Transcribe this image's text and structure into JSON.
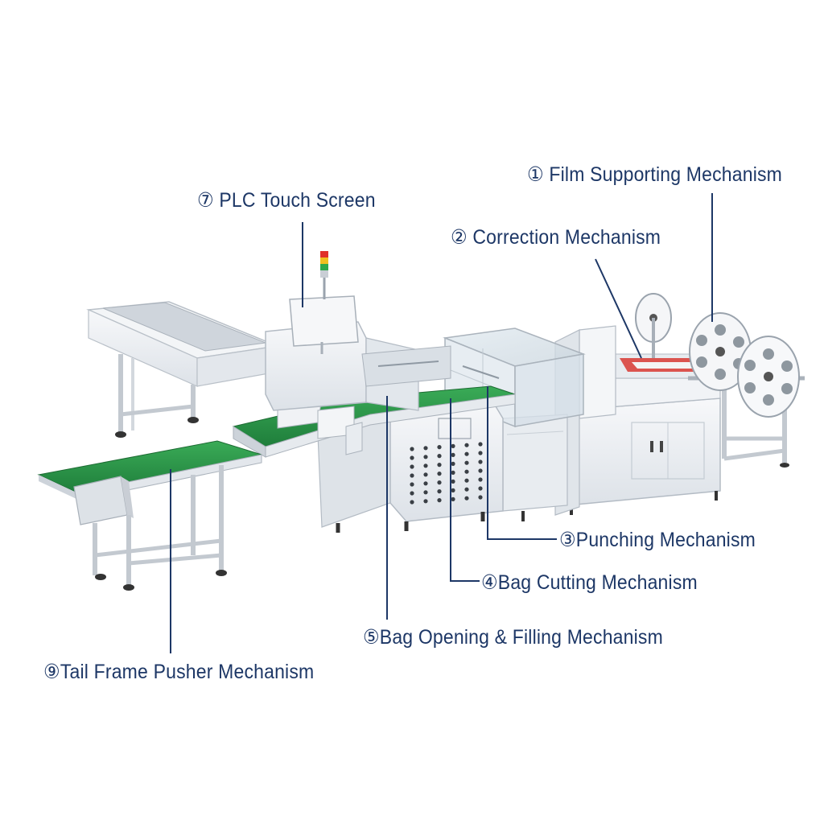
{
  "callouts": {
    "film_supporting": "① Film Supporting Mechanism",
    "correction": "② Correction Mechanism",
    "plc_touch_screen": "⑦ PLC Touch Screen",
    "punching": "③Punching Mechanism",
    "bag_cutting": "④Bag Cutting Mechanism",
    "bag_opening_filling": "⑤Bag Opening & Filling Mechanism",
    "tail_frame_pusher": "⑨Tail Frame Pusher Mechanism"
  },
  "colors": {
    "label_text": "#1d3766",
    "leader_line": "#1d3766",
    "conveyor_belt": "#2e9a4c",
    "machine_body": "#eef1f4",
    "frame_metal": "#c9ced5",
    "beacon_red": "#e0302a",
    "beacon_yellow": "#f0c020",
    "beacon_green": "#2ea84a"
  },
  "icons": {
    "stack_light": "signal-tower-icon",
    "film_reel": "film-reel-icon"
  }
}
